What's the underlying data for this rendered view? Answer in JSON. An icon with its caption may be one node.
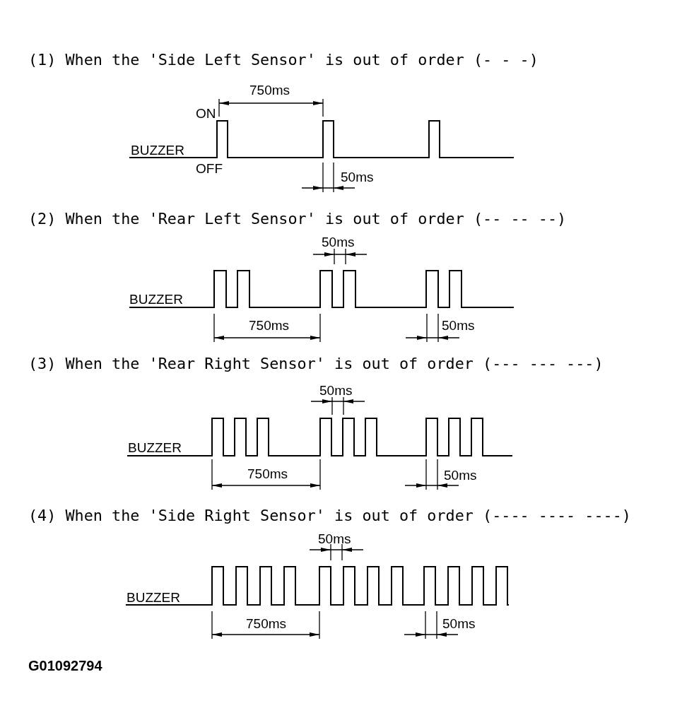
{
  "diagram": {
    "labels": [
      "(1) When the 'Side Left Sensor' is out of order (- - -)",
      "750ms",
      "ON",
      "BUZZER",
      "OFF",
      "50ms",
      "(2) When the 'Rear Left Sensor' is out of order (-- -- --)",
      "50ms",
      "BUZZER",
      "750ms",
      "50ms",
      "(3) When the 'Rear Right Sensor' is out of order (--- --- ---)",
      "50ms",
      "BUZZER",
      "750ms",
      "50ms",
      "(4) When the 'Side Right Sensor' is out of order (---- ---- ----)",
      "50ms",
      "BUZZER",
      "750ms",
      "50ms",
      "G01092794"
    ]
  }
}
